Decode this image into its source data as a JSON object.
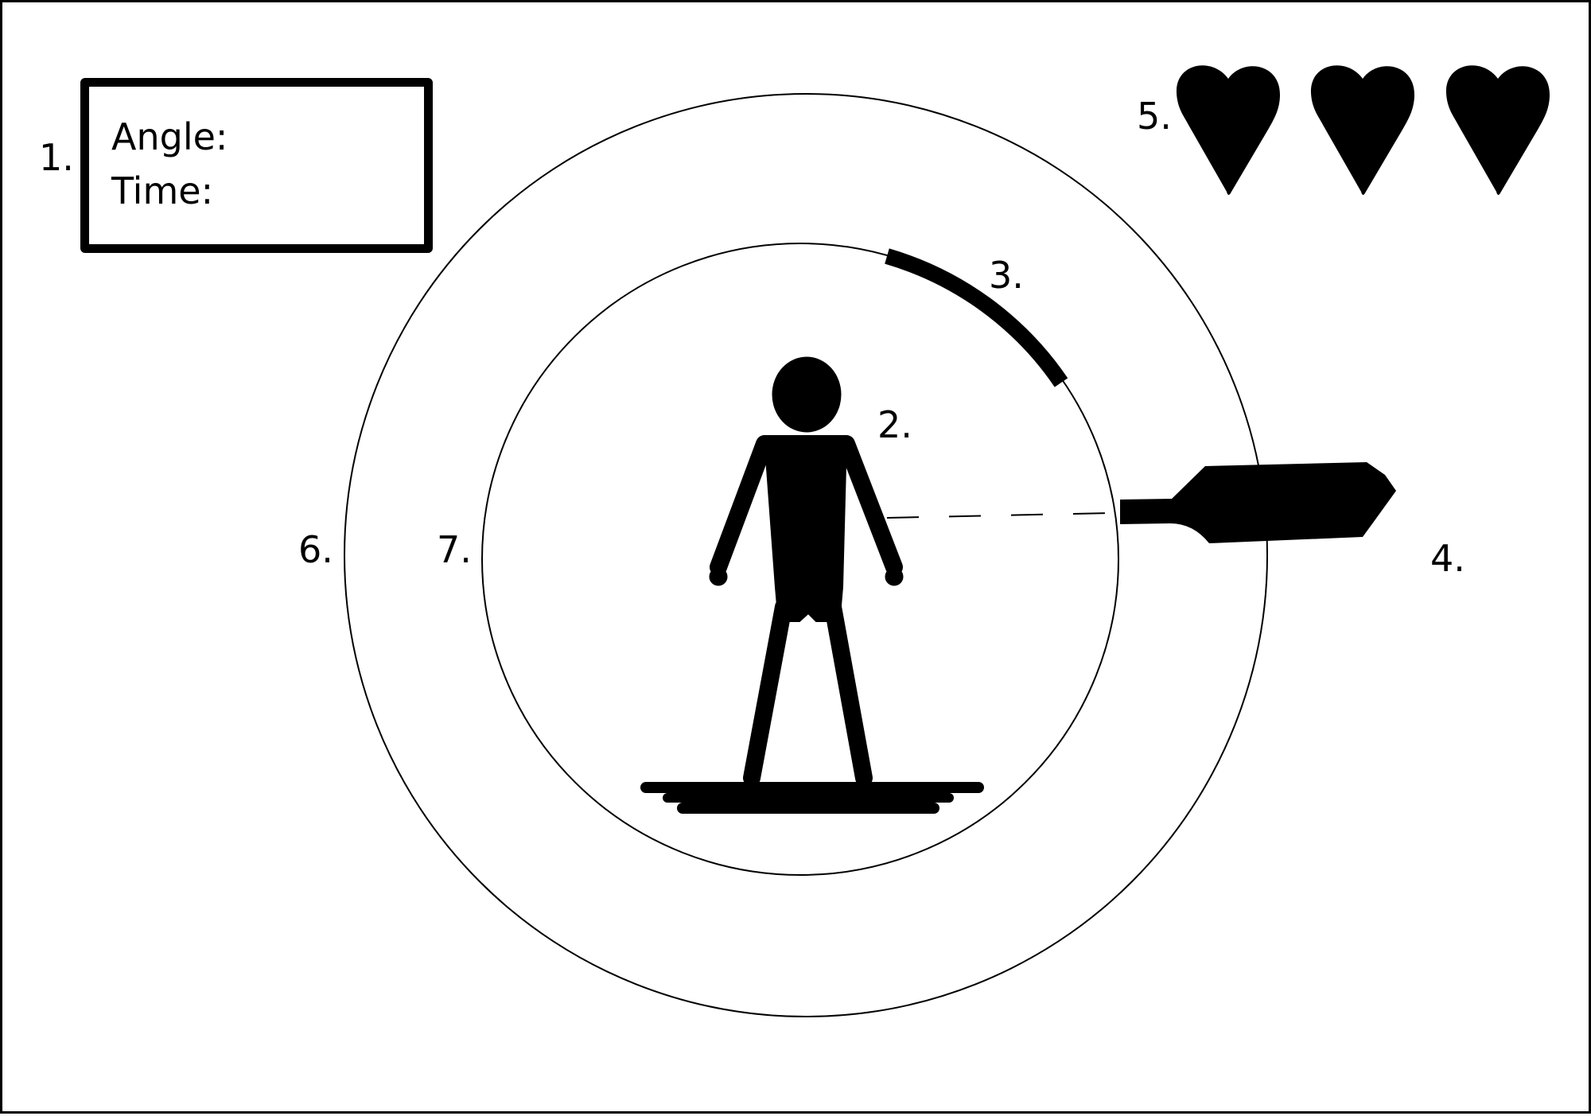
{
  "hud": {
    "angle_label": "Angle:",
    "time_label": "Time:"
  },
  "lives": {
    "count": 3,
    "icon": "heart-icon"
  },
  "callouts": {
    "hud_box": "1.",
    "player": "2.",
    "indicator_arc": "3.",
    "controller": "4.",
    "lives": "5.",
    "outer_ring": "6.",
    "inner_ring": "7."
  },
  "colors": {
    "ink": "#000000",
    "background": "#ffffff"
  }
}
